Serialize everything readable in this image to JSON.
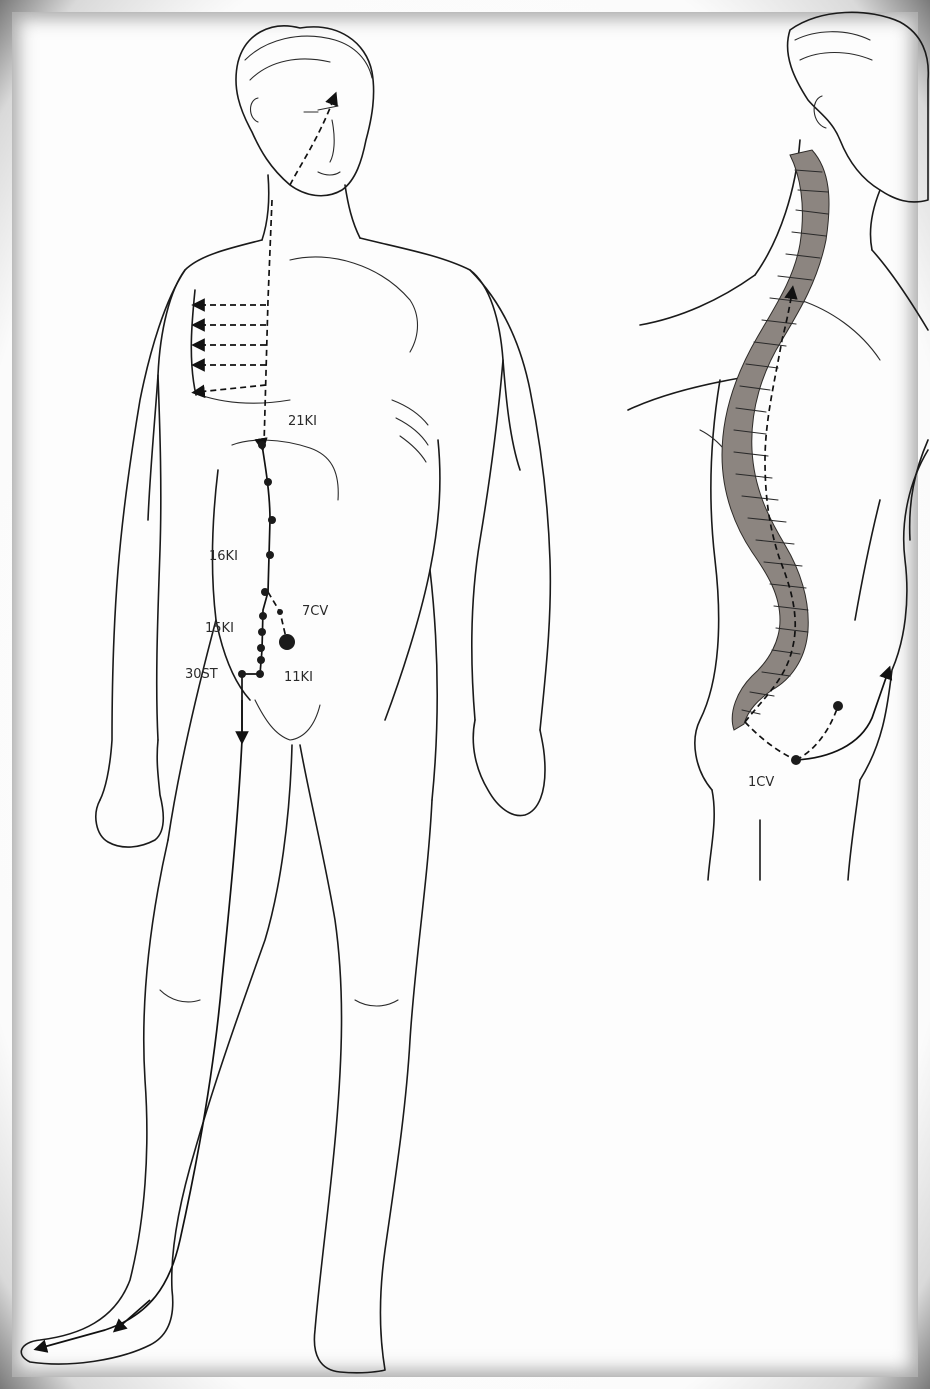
{
  "figure": {
    "front_view": {
      "labels": {
        "p21ki": "21KI",
        "p16ki": "16KI",
        "p7cv": "7CV",
        "p15ki": "15KI",
        "p30st": "30ST",
        "p11ki": "11KI"
      }
    },
    "side_view": {
      "labels": {
        "p1cv": "1CV"
      }
    },
    "colors": {
      "line": "#111111",
      "spine": "#8c8580",
      "frame": "#6e6e6e"
    }
  }
}
